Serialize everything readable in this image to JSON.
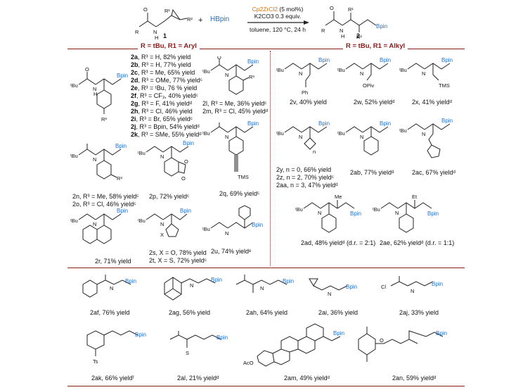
{
  "scheme": {
    "reagent": "HBpin",
    "catalyst": "Cp2ZrCl2",
    "catalyst_loading": "(5 mol%)",
    "base": "K2CO3 0.3 equiv.",
    "conditions": "toluene, 120 °C, 24 h",
    "sm_label": "1",
    "product_label": "2",
    "plus": "+"
  },
  "sections": {
    "aryl_header": "R = tBu, R1 = Aryl",
    "alkyl_header": "R = tBu, R1 = Alkyl"
  },
  "entries_2a_2k": [
    {
      "id": "2a",
      "text": ", R³ = H,     82% yield"
    },
    {
      "id": "2b",
      "text": ", R³ = H,     77% yield"
    },
    {
      "id": "2c",
      "text": ", R³ = Me,   65% yield"
    },
    {
      "id": "2d",
      "text": ", R³ = OMe, 77% yieldᶜ"
    },
    {
      "id": "2e",
      "text": ", R³ = ᵗBu,  76 % yield"
    },
    {
      "id": "2f",
      "text": ", R³ = CF₃,  40% yieldᶜ"
    },
    {
      "id": "2g",
      "text": ", R³ = F,     41% yieldᵈ"
    },
    {
      "id": "2h",
      "text": ", R³ = Cl,    46% yield"
    },
    {
      "id": "2i",
      "text": ", R³ = Br,    65% yieldᶜ"
    },
    {
      "id": "2j",
      "text": ", R³ = Bpin, 54% yieldᵈ"
    },
    {
      "id": "2k",
      "text": ", R³ = SMe, 55% yieldᵈ"
    }
  ],
  "labels": {
    "2l": "2l, R³ = Me, 36% yieldᶜ",
    "2m": "2m, R³ = Cl, 45% yieldᵈ",
    "2n": "2n, R³ = Me, 58% yieldᶜ",
    "2o": "2o, R³ = Cl, 46% yieldᶜ",
    "2p": "2p, 72% yieldᶜ",
    "2q": "2q, 69% yieldᶜ",
    "2r": "2r, 71% yield",
    "2s": "2s, X = O, 78% yield",
    "2t": "2t, X = S, 72% yieldᶜ",
    "2u": "2u, 74% yieldᵉ",
    "2v": "2v, 40% yield",
    "2w": "2w, 52% yieldᵈ",
    "2x": "2x, 41% yieldᵈ",
    "2y": "2y, n = 0, 66% yield",
    "2z": "2z, n = 2, 70% yieldᶜ",
    "2aa": "2aa, n = 3, 47% yieldᵈ",
    "2ab": "2ab, 77% yieldᵈ",
    "2ac": "2ac, 67% yieldᵈ",
    "2ad": "2ad, 48% yieldᵈ (d.r. = 2:1)",
    "2ae": "2ae, 62% yieldᵈ (d.r. = 1:1)",
    "2af": "2af, 76% yield",
    "2ag": "2ag, 56% yield",
    "2ah": "2ah, 64% yield",
    "2ai": "2ai, 36% yield",
    "2aj": "2aj, 33% yield",
    "2ak": "2ak, 66% yieldᶠ",
    "2al": "2al, 21% yieldᵈ",
    "2am": "2am, 49% yieldᵈ",
    "2an": "2an, 59% yieldᵈ"
  },
  "atoms": {
    "tBu": "ᵗBu",
    "O": "O",
    "N": "N",
    "H": "H",
    "NH": "H",
    "Bpin": "Bpin",
    "R": "R",
    "R1": "R¹",
    "R2": "R²",
    "R3": "R³",
    "Ph": "Ph",
    "OPiv": "OPiv",
    "TMS": "TMS",
    "X": "X",
    "S": "S",
    "Me": "Me",
    "Et": "Et",
    "Cl": "Cl",
    "Ts": "Ts",
    "AcO": "AcO",
    "n": "n"
  },
  "colors": {
    "accent": "#8b1a1a",
    "bpin": "#1f6fd0",
    "catalyst": "#e07000"
  }
}
